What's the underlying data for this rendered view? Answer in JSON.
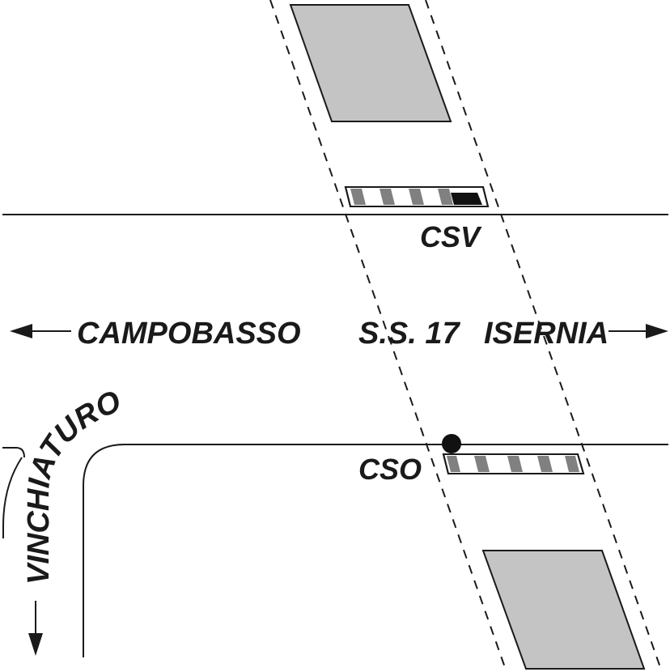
{
  "labels": {
    "crossing_upper": "CSV",
    "crossing_lower": "CSO",
    "destination_left": "CAMPOBASSO",
    "road_name": "S.S. 17",
    "destination_right": "ISERNIA",
    "side_road": "VINCHIATURO"
  },
  "colors": {
    "line": "#1a1a1a",
    "block_fill": "#c4c4c4",
    "stripe_grey": "#808080",
    "signal_black": "#111111",
    "background": "#ffffff"
  },
  "icons": {
    "arrow_left": "arrow-left-icon",
    "arrow_right": "arrow-right-icon",
    "arrow_down": "arrow-down-icon",
    "signal": "signal-dot-icon"
  }
}
